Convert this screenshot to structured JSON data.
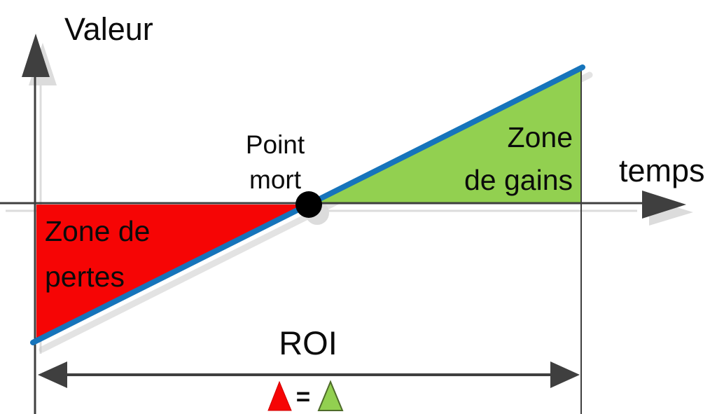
{
  "diagram": {
    "y_axis": {
      "label": "Valeur"
    },
    "x_axis": {
      "label": "temps"
    },
    "loss_zone": {
      "line1": "Zone de",
      "line2": "pertes"
    },
    "gain_zone": {
      "line1": "Zone",
      "line2": "de gains"
    },
    "break_even": {
      "line1": "Point",
      "line2": "mort"
    },
    "roi": {
      "label": "ROI"
    },
    "legend": {
      "equals": "="
    }
  },
  "colors": {
    "red": "#f60505",
    "green": "#92d050",
    "blue": "#1674bb",
    "axis": "#3f3f3f",
    "dot": "#000000",
    "shadow": "#dcdcdc",
    "legend_green_border": "#4e6b2a",
    "legend_red_border": "#d00000"
  }
}
